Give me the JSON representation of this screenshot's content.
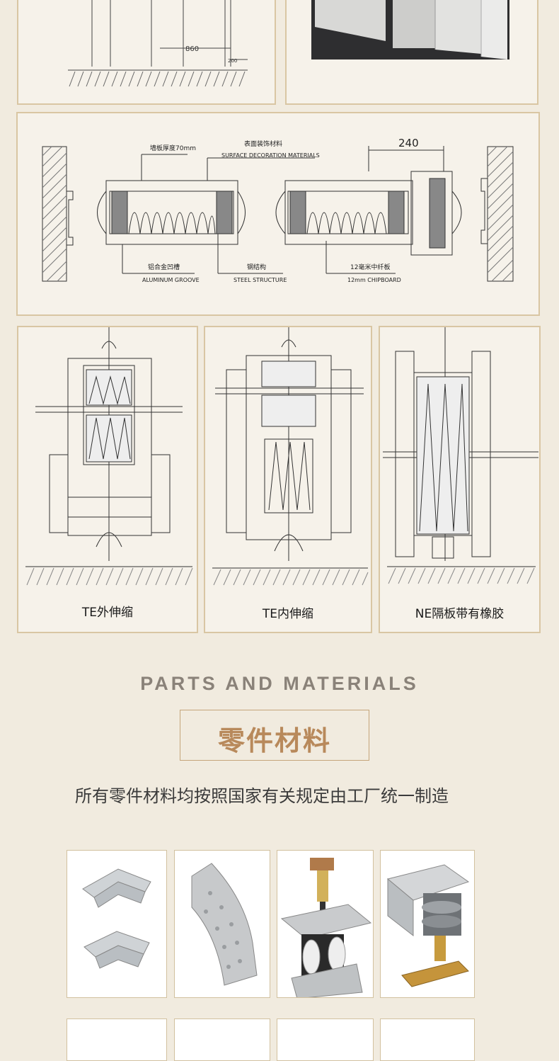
{
  "top_drawing": {
    "dim_860": "860",
    "dim_200": "200"
  },
  "plan_drawing": {
    "dim_240": "240",
    "label_wall_thickness": "墙板厚度70mm",
    "label_surface_zh": "表面装饰材料",
    "label_surface_en": "SURFACE DECORATION MATERIALS",
    "label_groove_zh": "铝合金凹槽",
    "label_groove_en": "ALUMINUM GROOVE",
    "label_steel_zh": "钢结构",
    "label_steel_en": "STEEL STRUCTURE",
    "label_chip_zh": "12毫米中纤板",
    "label_chip_en": "12mm CHIPBOARD"
  },
  "sections": [
    {
      "caption": "TE外伸缩"
    },
    {
      "caption": "TE内伸缩"
    },
    {
      "caption": "NE隔板带有橡胶"
    }
  ],
  "parts": {
    "title_en": "PARTS AND MATERIALS",
    "title_zh": "零件材料",
    "description": "所有零件材料均按照国家有关规定由工厂统一制造"
  },
  "colors": {
    "background": "#f1ebdf",
    "frame": "#d9c6a3",
    "accent": "#b8895b",
    "title_gray": "#8a8279"
  }
}
